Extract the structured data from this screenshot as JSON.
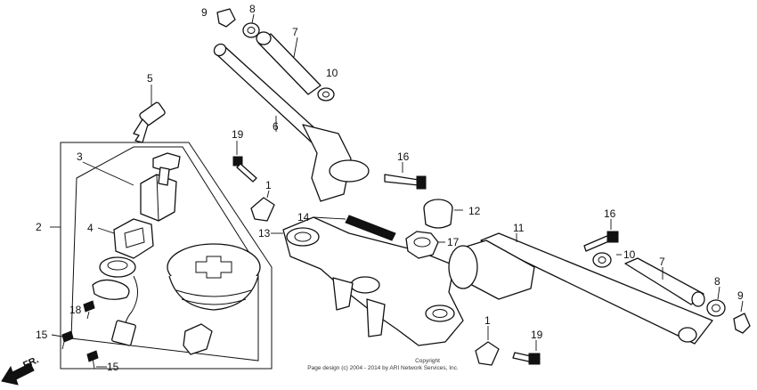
{
  "callouts": {
    "c1a": "1",
    "c1b": "1",
    "c2": "2",
    "c3": "3",
    "c4": "4",
    "c5": "5",
    "c6": "6",
    "c7a": "7",
    "c7b": "7",
    "c8a": "8",
    "c8b": "8",
    "c9a": "9",
    "c9b": "9",
    "c10a": "10",
    "c10b": "10",
    "c11": "11",
    "c12": "12",
    "c13": "13",
    "c14": "14",
    "c15a": "15",
    "c15b": "15",
    "c16a": "16",
    "c16b": "16",
    "c17": "17",
    "c18": "18",
    "c19a": "19",
    "c19b": "19"
  },
  "front_indicator": "FR.",
  "copyright": {
    "line1": "Copyright",
    "line2": "Page design (c) 2004 - 2014 by ARI Network Services, Inc."
  }
}
